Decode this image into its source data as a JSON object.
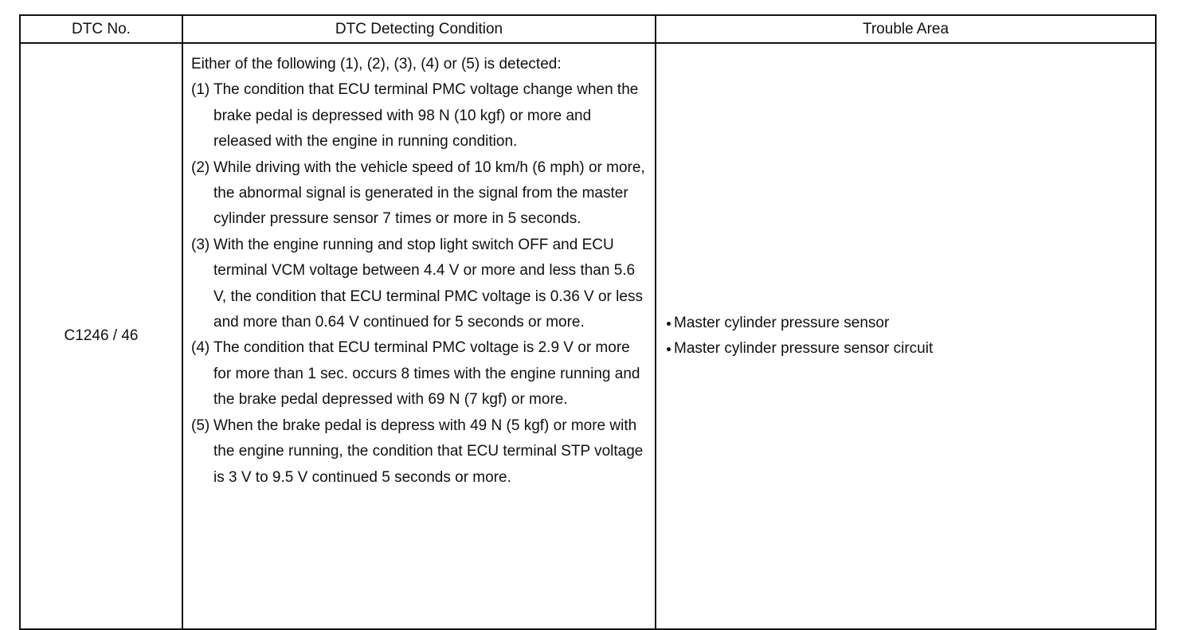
{
  "headers": {
    "dtc_no": "DTC No.",
    "condition": "DTC Detecting Condition",
    "trouble_area": "Trouble Area"
  },
  "row": {
    "dtc_no": "C1246 / 46",
    "condition_intro": "Either of the following (1), (2), (3), (4) or (5) is detected:",
    "conditions": [
      {
        "num": "(1)",
        "text": "The condition that ECU terminal PMC voltage change when the brake pedal is depressed with 98 N (10 kgf) or more and released with the engine in running condition."
      },
      {
        "num": "(2)",
        "text": "While driving with the vehicle speed of 10 km/h (6 mph) or more, the abnormal signal is generated in the signal from the master cylinder pressure sensor 7 times or more in 5 seconds."
      },
      {
        "num": "(3)",
        "text": "With the engine running and stop light switch OFF and ECU terminal VCM voltage between 4.4 V or more and less than 5.6 V, the condition that ECU terminal PMC voltage is 0.36 V or less and more than 0.64 V continued for 5 seconds or more."
      },
      {
        "num": "(4)",
        "text": "The condition that ECU terminal PMC voltage is 2.9 V or more for more than 1 sec. occurs 8 times with the engine running and the brake pedal depressed with 69 N (7 kgf) or more."
      },
      {
        "num": "(5)",
        "text": "When the brake pedal is depress with 49 N (5 kgf) or more with the engine running, the condition that ECU terminal STP voltage is 3 V to 9.5 V continued 5 seconds or more."
      }
    ],
    "trouble_areas": [
      "Master cylinder pressure sensor",
      "Master cylinder pressure sensor circuit"
    ]
  }
}
